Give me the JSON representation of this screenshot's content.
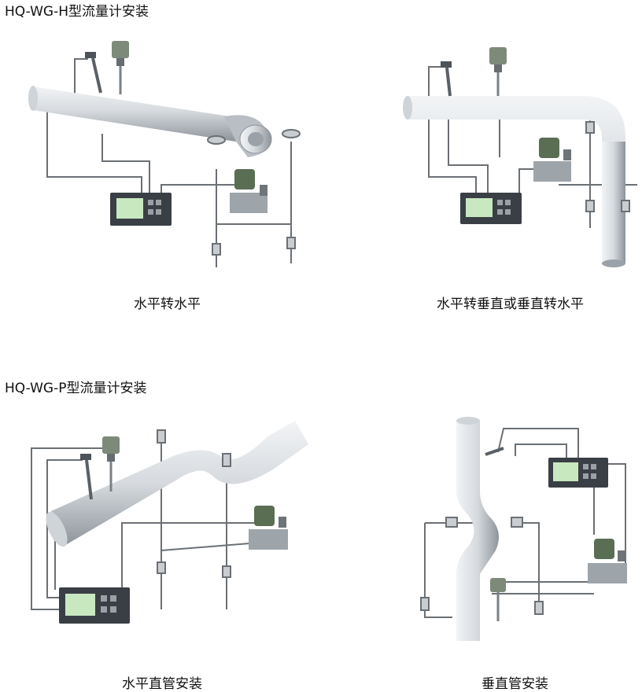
{
  "sections": [
    {
      "title": "HQ-WG-H型流量计安装",
      "figures": [
        {
          "caption": "水平转水平"
        },
        {
          "caption": "水平转垂直或垂直转水平"
        }
      ]
    },
    {
      "title": "HQ-WG-P型流量计安装",
      "figures": [
        {
          "caption": "水平直管安装"
        },
        {
          "caption": "垂直管安装"
        }
      ]
    }
  ],
  "colors": {
    "pipe_light": "#e4e7ea",
    "pipe_dark": "#8d949b",
    "wire": "#6b7075",
    "display_body": "#3a3f45",
    "display_screen": "#c8e8c0",
    "transmitter": "#5a6e54"
  },
  "icons": [
    "flow-display-icon",
    "pressure-transmitter-icon",
    "temperature-probe-icon",
    "valve-icon"
  ]
}
